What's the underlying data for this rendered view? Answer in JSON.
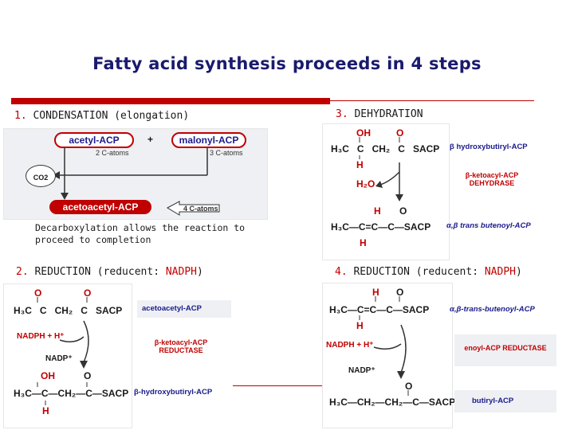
{
  "title": "Fatty acid synthesis proceeds in 4 steps",
  "step1": {
    "num": "1.",
    "heading": "CONDENSATION (elongation)",
    "acetyl": "acetyl-ACP",
    "acetyl_sub": "2 C-atoms",
    "malonyl": "malonyl-ACP",
    "malonyl_sub": "3 C-atoms",
    "co2": "CO2",
    "plus": "+",
    "product": "acetoacetyl-ACP",
    "product_sub": "4 C-atoms",
    "note": "Decarboxylation allows the reaction to proceed to completion"
  },
  "step2": {
    "num": "2.",
    "heading_pre": "REDUCTION (reducent: ",
    "heading_red": "NADPH",
    "heading_post": ")",
    "substrate": "acetoacetyl-ACP",
    "cofactor_in": "NADPH + H⁺",
    "cofactor_out": "NADP⁺",
    "enzyme": "β-ketoacyl-ACP REDUCTASE",
    "product": "β-hydroxybutiryl-ACP"
  },
  "step3": {
    "num": "3.",
    "heading": "DEHYDRATION",
    "substrate": "β hydroxybutiryl-ACP",
    "water": "H₂O",
    "enzyme": "β-ketoacyl-ACP DEHYDRASE",
    "product": "α,β trans butenoyl-ACP"
  },
  "step4": {
    "num": "4.",
    "heading_pre": "REDUCTION (reducent: ",
    "heading_red": "NADPH",
    "heading_post": ")",
    "substrate": "α,β-trans-butenoyl-ACP",
    "cofactor_in": "NADPH + H⁺",
    "cofactor_out": "NADP⁺",
    "enzyme": "enoyl-ACP REDUCTASE",
    "product": "butiryl-ACP"
  },
  "chem": {
    "h3c": "H₃C",
    "c": "C",
    "ch2": "CH₂",
    "sacp": "SACP",
    "o": "O",
    "oh": "OH",
    "h": "H",
    "chain_a": "H₃C—C—CH₂—C—SACP",
    "chain_b": "H₃C—C=C—C—SACP",
    "chain_c": "H₃C—CH₂—CH₂—C—SACP"
  },
  "colors": {
    "accent": "#c00000",
    "title": "#1a1a6e",
    "label": "#1a1a8a"
  }
}
